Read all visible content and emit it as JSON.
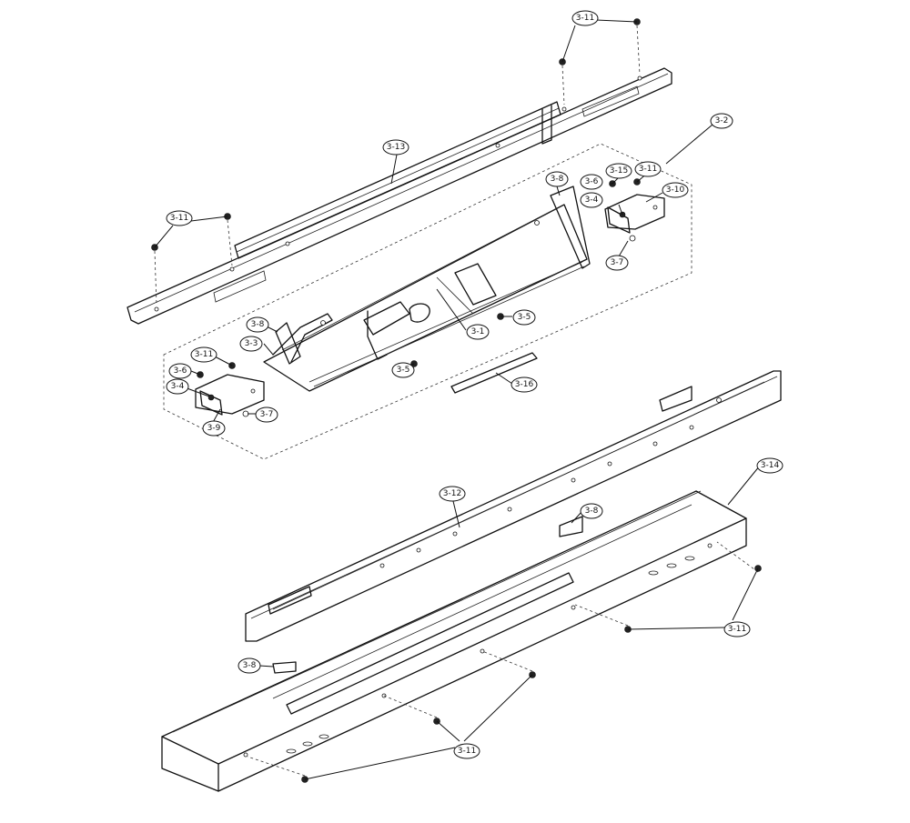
{
  "callouts": [
    {
      "id": "c1",
      "text": "3-11"
    },
    {
      "id": "c2",
      "text": "3-13"
    },
    {
      "id": "c3",
      "text": "3-2"
    },
    {
      "id": "c4",
      "text": "3-11"
    },
    {
      "id": "c5",
      "text": "3-8"
    },
    {
      "id": "c6",
      "text": "3-6"
    },
    {
      "id": "c7",
      "text": "3-15"
    },
    {
      "id": "c8",
      "text": "3-11"
    },
    {
      "id": "c9",
      "text": "3-4"
    },
    {
      "id": "c10",
      "text": "3-10"
    },
    {
      "id": "c11",
      "text": "3-7"
    },
    {
      "id": "c12",
      "text": "3-5"
    },
    {
      "id": "c13",
      "text": "3-1"
    },
    {
      "id": "c14",
      "text": "3-8"
    },
    {
      "id": "c15",
      "text": "3-3"
    },
    {
      "id": "c16",
      "text": "3-11"
    },
    {
      "id": "c17",
      "text": "3-6"
    },
    {
      "id": "c18",
      "text": "3-4"
    },
    {
      "id": "c19",
      "text": "3-5"
    },
    {
      "id": "c20",
      "text": "3-16"
    },
    {
      "id": "c21",
      "text": "3-7"
    },
    {
      "id": "c22",
      "text": "3-9"
    },
    {
      "id": "c23",
      "text": "3-14"
    },
    {
      "id": "c24",
      "text": "3-12"
    },
    {
      "id": "c25",
      "text": "3-8"
    },
    {
      "id": "c26",
      "text": "3-11"
    },
    {
      "id": "c27",
      "text": "3-8"
    },
    {
      "id": "c28",
      "text": "3-11"
    }
  ]
}
